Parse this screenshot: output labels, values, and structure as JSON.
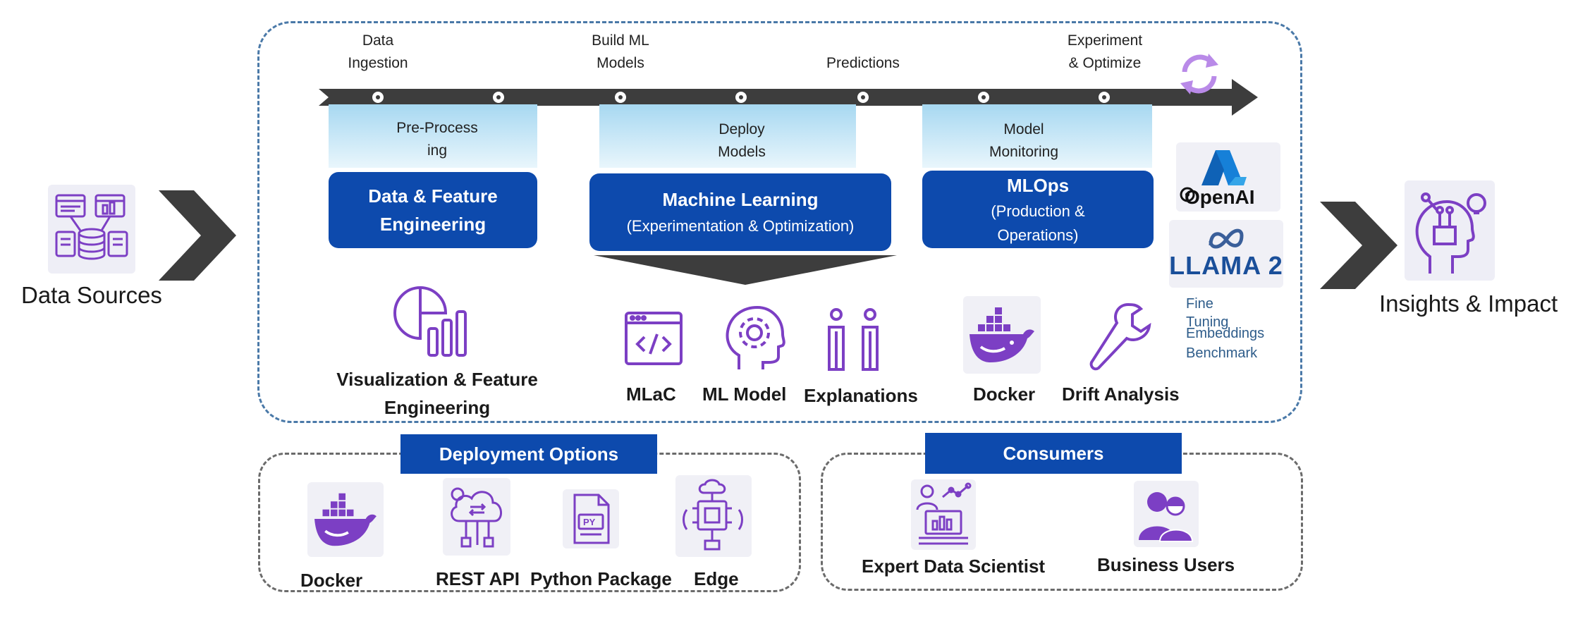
{
  "external": {
    "data_sources": "Data Sources",
    "insights": "Insights & Impact"
  },
  "timeline": {
    "top_labels": [
      "Data\nIngestion",
      "Build ML\nModels",
      "Predictions",
      "Experiment\n& Optimize"
    ],
    "panels": [
      "Pre-Process\ning",
      "Deploy\nModels",
      "Model\nMonitoring"
    ]
  },
  "stages": {
    "data_feature": "Data & Feature\nEngineering",
    "ml_title": "Machine Learning",
    "ml_sub": "(Experimentation & Optimization)",
    "mlops_title": "MLOps",
    "mlops_sub": "(Production &\nOperations)"
  },
  "components": {
    "visualization": "Visualization & Feature\nEngineering",
    "mlac": "MLaC",
    "ml_model": "ML Model",
    "explanations": "Explanations",
    "docker": "Docker",
    "drift": "Drift Analysis"
  },
  "llm": {
    "openai": "OpenAI",
    "llama": "LLAMA 2",
    "fine_tuning": "Fine\nTuning",
    "embeddings": "Embeddings",
    "benchmark": "Benchmark"
  },
  "deployment": {
    "header": "Deployment Options",
    "items": [
      "Docker",
      "REST API",
      "Python Package",
      "Edge"
    ]
  },
  "consumers": {
    "header": "Consumers",
    "items": [
      "Expert Data Scientist",
      "Business Users"
    ]
  },
  "colors": {
    "accent_purple": "#7c3fc4",
    "dark_blue": "#0d4aad",
    "chevron_gray": "#3d3d3d"
  },
  "icons": [
    "database-icon",
    "right-chevron-icon",
    "refresh-icon",
    "azure-icon",
    "openai-icon",
    "meta-icon",
    "chart-icon",
    "code-window-icon",
    "head-gear-icon",
    "people-info-icon",
    "docker-icon",
    "wrench-icon",
    "head-circuit-icon",
    "cloud-api-icon",
    "python-file-icon",
    "edge-chip-icon",
    "scientist-icon",
    "business-users-icon"
  ]
}
